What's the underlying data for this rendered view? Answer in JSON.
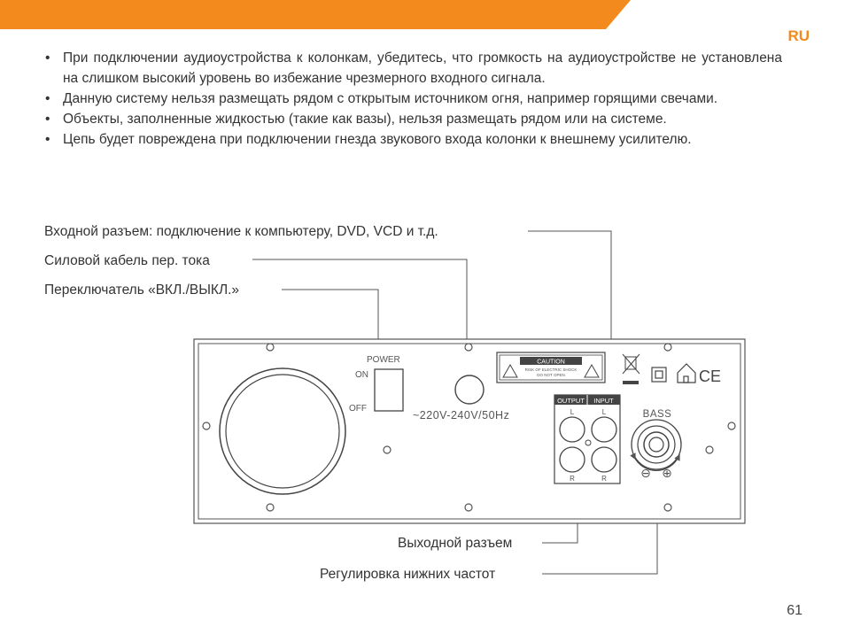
{
  "header": {
    "language": "RU",
    "accent_color": "#f28a1e"
  },
  "bullets": [
    "При подключении аудиоустройства к колонкам, убедитесь, что громкость на аудиоустройстве не установлена на слишком высокий уровень во избежание чрезмерного входного сигнала.",
    "Данную систему нельзя размещать рядом с открытым источником огня, например горящими свечами.",
    "Объекты, заполненные жидкостью (такие как вазы), нельзя размещать рядом или на системе.",
    "Цепь будет повреждена при подключении гнезда звукового входа колонки к внешнему усилителю."
  ],
  "bullet_symbol": "•",
  "callouts": {
    "input_jack": "Входной разъем: подключение к компьютеру, DVD, VCD и т.д.",
    "power_cable": "Силовой кабель пер. тока",
    "power_switch": "Переключатель «ВКЛ./ВЫКЛ.»",
    "output_jack": "Выходной разъем",
    "bass_control": "Регулировка нижних частот"
  },
  "panel": {
    "power_label": "POWER",
    "on_label": "ON",
    "off_label": "OFF",
    "voltage_label": "~220V-240V/50Hz",
    "caution_title": "CAUTION",
    "caution_line1": "RISK OF ELECTRIC SHOCK",
    "caution_line2": "DO NOT OPEN",
    "output_label": "OUTPUT",
    "input_label": "INPUT",
    "left_channel": "L",
    "right_channel": "R",
    "bass_label": "BASS",
    "minus_symbol": "⊖",
    "plus_symbol": "⊕",
    "ce_mark": "CE"
  },
  "footer": {
    "page_number": "61"
  }
}
